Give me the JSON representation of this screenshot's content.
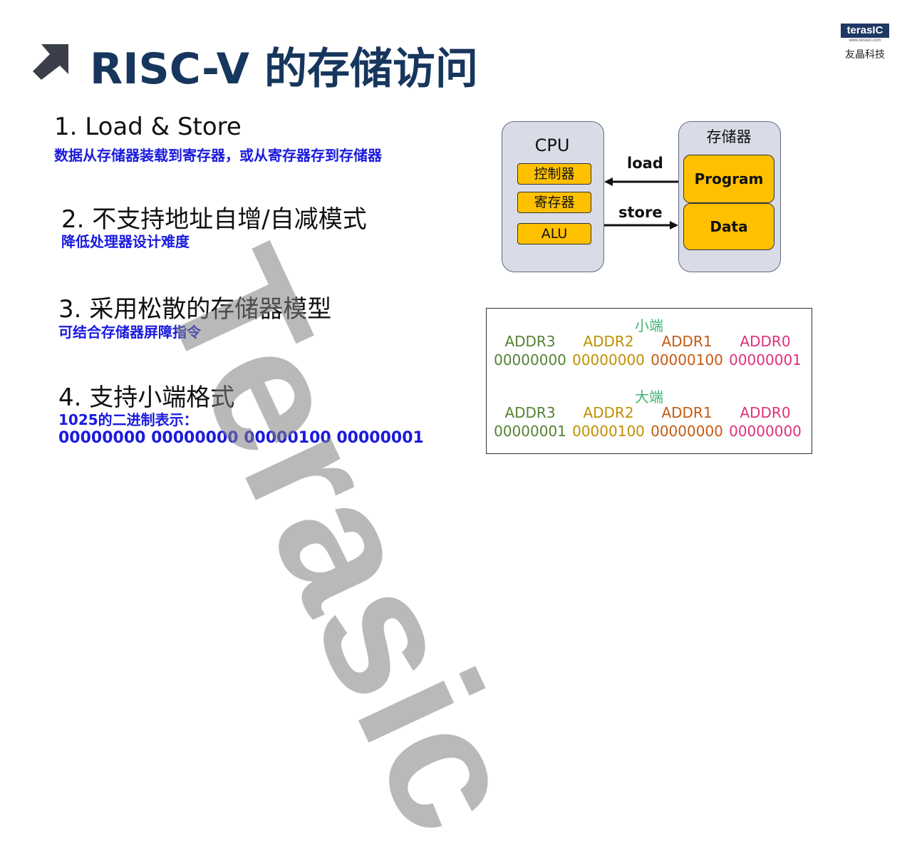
{
  "header": {
    "title": "RISC-V 的存储访问",
    "logo_text": "terasIC",
    "logo_url": "www.terasic.com",
    "logo_cn": "友晶科技"
  },
  "points": [
    {
      "heading": "1.  Load & Store",
      "desc": "数据从存储器装载到寄存器，或从寄存器存到存储器"
    },
    {
      "heading": "2. 不支持地址自增/自减模式",
      "desc": "降低处理器设计难度"
    },
    {
      "heading": "3. 采用松散的存储器模型",
      "desc": "可结合存储器屏障指令"
    },
    {
      "heading": "4. 支持小端格式",
      "desc": "1025的二进制表示：",
      "value": "00000000 00000000 00000100 00000001"
    }
  ],
  "diagram": {
    "cpu_label": "CPU",
    "cpu_items": [
      "控制器",
      "寄存器",
      "ALU"
    ],
    "memory_label": "存储器",
    "memory_items": [
      "Program",
      "Data"
    ],
    "load_label": "load",
    "store_label": "store"
  },
  "endian_table": {
    "little": {
      "label": "小端",
      "headers": [
        "ADDR3",
        "ADDR2",
        "ADDR1",
        "ADDR0"
      ],
      "values": [
        "00000000",
        "00000000",
        "00000100",
        "00000001"
      ]
    },
    "big": {
      "label": "大端",
      "headers": [
        "ADDR3",
        "ADDR2",
        "ADDR1",
        "ADDR0"
      ],
      "values": [
        "00000001",
        "00000100",
        "00000000",
        "00000000"
      ]
    },
    "colors": [
      "#548235",
      "#bf9000",
      "#c55a11",
      "#e0307a"
    ],
    "label_color": "#3cb371"
  },
  "watermark": "Terasic"
}
